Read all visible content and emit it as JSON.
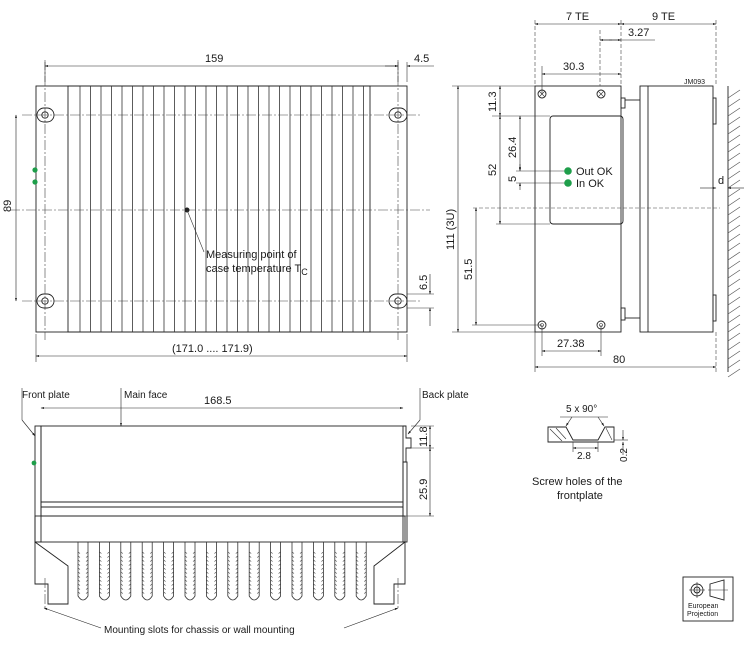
{
  "colors": {
    "led_green": "#1e9e4a",
    "line": "#222222",
    "wall_hatch": "#555555"
  },
  "drawing_id": "JM093",
  "top_view": {
    "width_159": "159",
    "offset_4_5": "4.5",
    "height_89": "89",
    "slot_6_5": "6.5",
    "overall_length": "(171.0 .... 171.9)",
    "measuring_point_line1": "Measuring point of",
    "measuring_point_line2": "case temperature T",
    "measuring_point_sub": "C"
  },
  "side_view": {
    "dim_7te": "7 TE",
    "dim_9te": "9 TE",
    "dim_3_27": "3.27",
    "dim_30_3": "30.3",
    "dim_11_3": "11.3",
    "dim_26_4": "26.4",
    "dim_52": "52",
    "dim_5": "5",
    "dim_111": "111 (3U)",
    "dim_51_5": "51.5",
    "dim_27_38": "27.38",
    "dim_80": "80",
    "dim_d": "d",
    "led_out": "Out OK",
    "led_in": "In OK"
  },
  "front_view": {
    "front_plate": "Front plate",
    "main_face": "Main face",
    "back_plate": "Back plate",
    "dim_168_5": "168.5",
    "dim_11_8": "11.8",
    "dim_25_9": "25.9",
    "mounting_slots": "Mounting slots for chassis or wall mounting"
  },
  "screw_detail": {
    "angle": "5 x 90°",
    "dim_2_8": "2.8",
    "dim_0_2": "0.2",
    "caption_line1": "Screw holes of the",
    "caption_line2": "frontplate"
  },
  "projection_badge": {
    "line1": "European",
    "line2": "Projection"
  }
}
